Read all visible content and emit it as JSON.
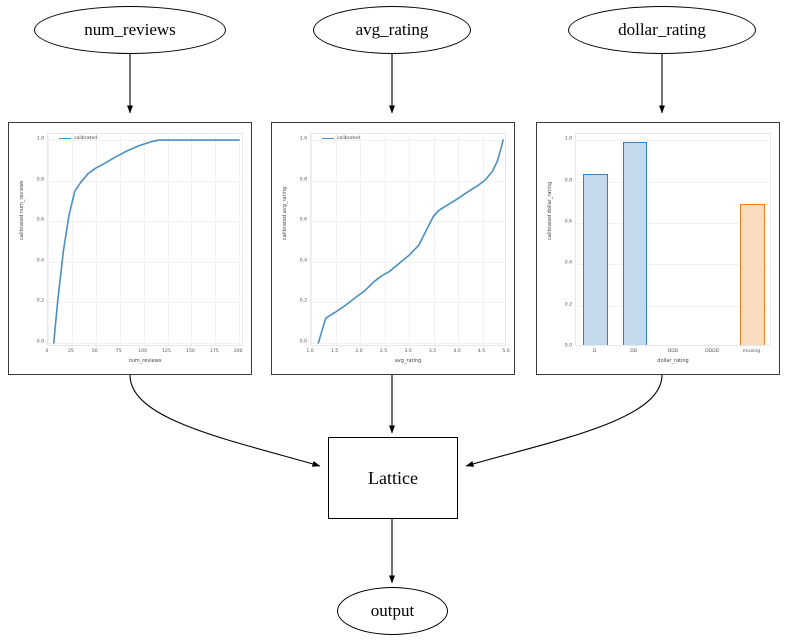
{
  "diagram": {
    "type": "calibrated-lattice-model-graph",
    "inputs": [
      {
        "id": "num_reviews",
        "label": "num_reviews"
      },
      {
        "id": "avg_rating",
        "label": "avg_rating"
      },
      {
        "id": "dollar_rating",
        "label": "dollar_rating"
      }
    ],
    "lattice": {
      "label": "Lattice"
    },
    "output": {
      "label": "output"
    }
  },
  "colors": {
    "line": "#4a8fc2",
    "bar_blue_fill": "#c5d9ec",
    "bar_blue_edge": "#3182bd",
    "bar_orange_fill": "#fcdcbe",
    "bar_orange_edge": "#f57f20",
    "grid": "#f2f2f2",
    "frame": "#3a3a3a",
    "edge": "#000000"
  },
  "chart_data": [
    {
      "id": "num_reviews_calibrator",
      "type": "line",
      "title": "",
      "xlabel": "num_reviews",
      "ylabel": "calibrated num_reviews",
      "legend": [
        "calibrated"
      ],
      "legend_position": "upper-left",
      "grid": true,
      "xlim": [
        0,
        205
      ],
      "ylim": [
        -0.02,
        1.03
      ],
      "xticks": [
        "0",
        "25",
        "50",
        "75",
        "100",
        "125",
        "150",
        "175",
        "200"
      ],
      "xtick_values": [
        0,
        25,
        50,
        75,
        100,
        125,
        150,
        175,
        200
      ],
      "yticks": [
        "0.0",
        "0.2",
        "0.4",
        "0.6",
        "0.8",
        "1.0"
      ],
      "ytick_values": [
        0.0,
        0.2,
        0.4,
        0.6,
        0.8,
        1.0
      ],
      "series": [
        {
          "name": "calibrated",
          "x": [
            6,
            10,
            16,
            22,
            28,
            34,
            42,
            50,
            58,
            70,
            82,
            95,
            108,
            116,
            130,
            150,
            170,
            200
          ],
          "y": [
            0.0,
            0.2,
            0.45,
            0.63,
            0.748,
            0.79,
            0.835,
            0.862,
            0.882,
            0.915,
            0.945,
            0.972,
            0.992,
            1.0,
            1.0,
            1.0,
            1.0,
            1.0
          ]
        }
      ]
    },
    {
      "id": "avg_rating_calibrator",
      "type": "line",
      "title": "",
      "xlabel": "avg_rating",
      "ylabel": "calibrated avg_rating",
      "legend": [
        "calibrated"
      ],
      "legend_position": "upper-left",
      "grid": true,
      "xlim": [
        1.0,
        5.0
      ],
      "ylim": [
        -0.02,
        1.03
      ],
      "xticks": [
        "1.0",
        "1.5",
        "2.0",
        "2.5",
        "3.0",
        "3.5",
        "4.0",
        "4.5",
        "5.0"
      ],
      "xtick_values": [
        1.0,
        1.5,
        2.0,
        2.5,
        3.0,
        3.5,
        4.0,
        4.5,
        5.0
      ],
      "yticks": [
        "0.0",
        "0.2",
        "0.4",
        "0.6",
        "0.8",
        "1.0"
      ],
      "ytick_values": [
        0.0,
        0.2,
        0.4,
        0.6,
        0.8,
        1.0
      ],
      "series": [
        {
          "name": "calibrated",
          "x": [
            1.15,
            1.3,
            1.5,
            1.7,
            1.9,
            2.1,
            2.3,
            2.45,
            2.6,
            2.8,
            3.0,
            3.2,
            3.4,
            3.5,
            3.6,
            3.8,
            4.0,
            4.2,
            4.4,
            4.55,
            4.7,
            4.8,
            4.88,
            4.92
          ],
          "y": [
            0.0,
            0.122,
            0.152,
            0.185,
            0.222,
            0.258,
            0.305,
            0.332,
            0.352,
            0.392,
            0.432,
            0.482,
            0.578,
            0.625,
            0.652,
            0.682,
            0.712,
            0.745,
            0.775,
            0.802,
            0.845,
            0.895,
            0.96,
            1.0
          ]
        }
      ]
    },
    {
      "id": "dollar_rating_calibrator",
      "type": "bar",
      "title": "",
      "xlabel": "dollar_rating",
      "ylabel": "calibrated dollar_rating",
      "legend": [],
      "grid": true,
      "ylim": [
        0.0,
        1.03
      ],
      "yticks": [
        "0.0",
        "0.2",
        "0.4",
        "0.6",
        "0.8",
        "1.0"
      ],
      "ytick_values": [
        0.0,
        0.2,
        0.4,
        0.6,
        0.8,
        1.0
      ],
      "categories": [
        "D",
        "DD",
        "DDD",
        "DDDD",
        "missing"
      ],
      "values": [
        0.835,
        0.993,
        0.008,
        0.0,
        0.693
      ],
      "bar_colors": [
        "blue",
        "blue",
        "blue",
        "blue",
        "orange"
      ]
    }
  ]
}
